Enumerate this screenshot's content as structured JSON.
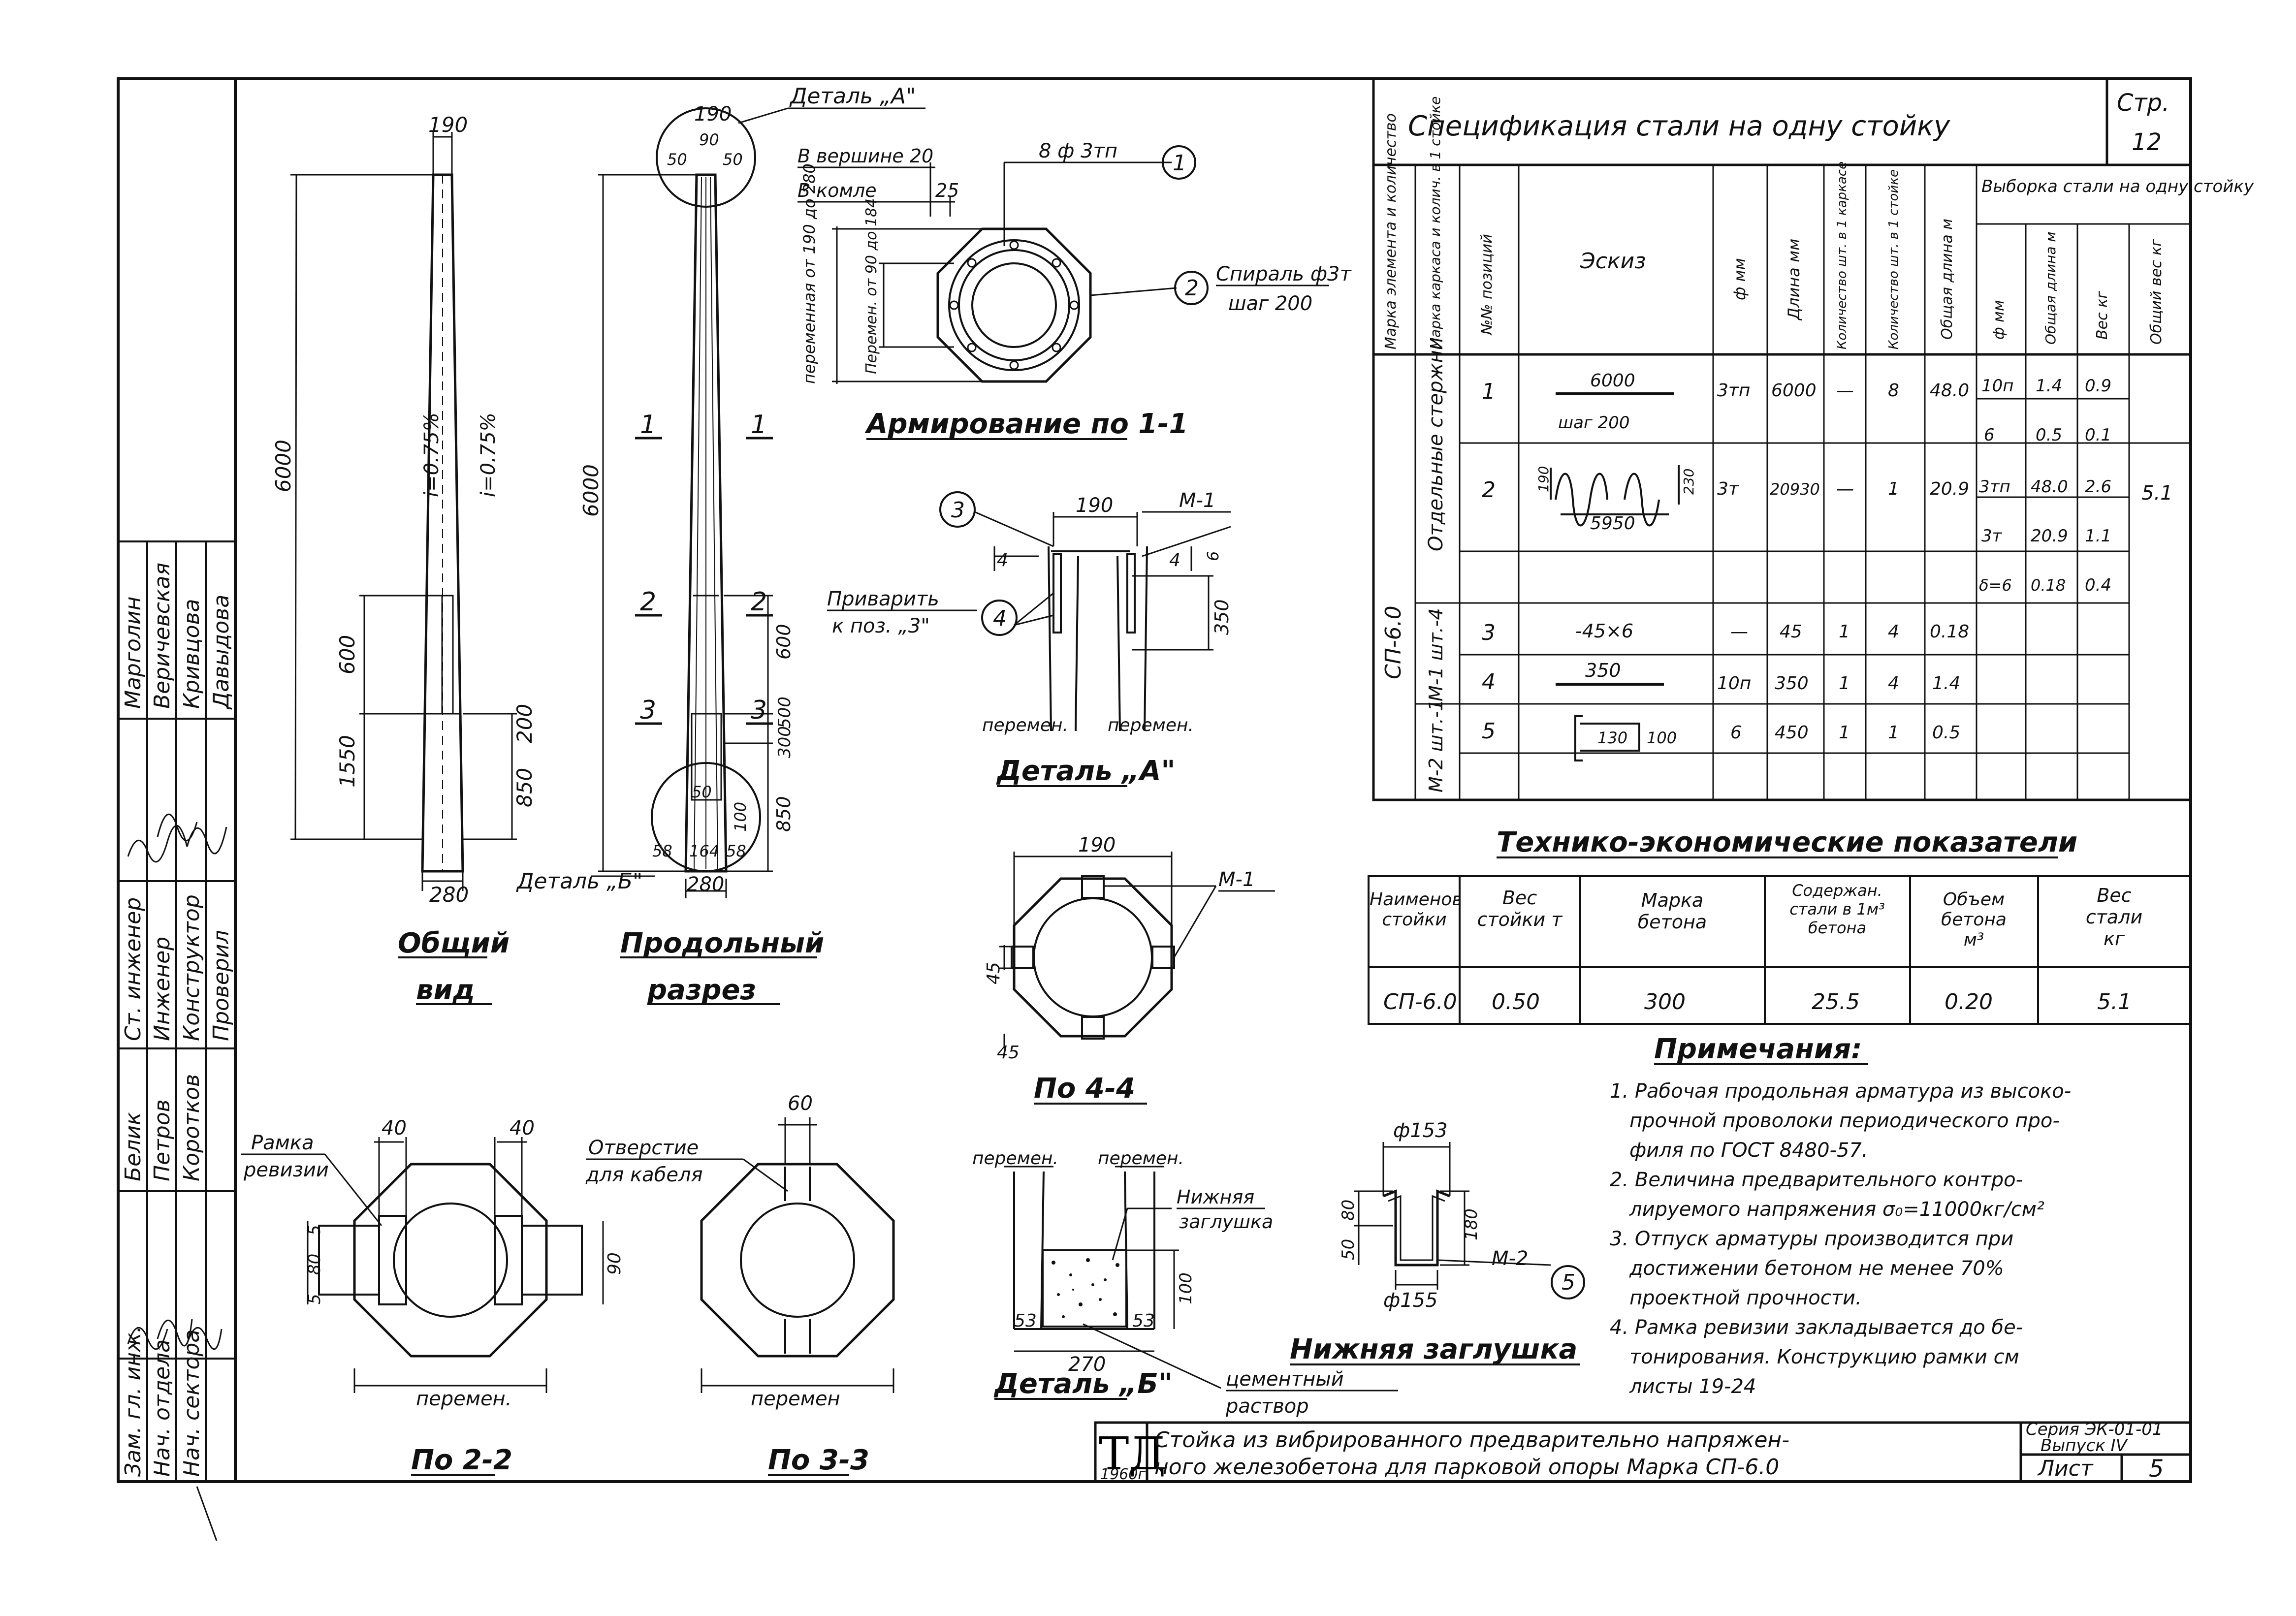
{
  "spec": {
    "title": "Спецификация стали на одну стойку",
    "page_label": "Стр.",
    "page_no": "12",
    "headers": {
      "element": "Марка элемента и количество",
      "carcass": "Марка каркаса и колич. в 1 стойке",
      "pos": "№№ позиций",
      "sketch": "Эскиз",
      "dia": "ф мм",
      "length": "Длина мм",
      "qty_carcass": "Количество шт. в 1 каркасе",
      "qty_pillar": "Количество шт. в 1 стойке",
      "total_len": "Общая длина м",
      "selection": "Выборка стали на одну стойку",
      "sel_dia": "ф мм",
      "sel_len": "Общая длина м",
      "sel_weight": "Вес кг",
      "sel_total": "Общий вес кг"
    },
    "element_mark": "СП-6.0",
    "group_rods": "Отдельные стержни",
    "group_m1": "М-1 шт.-4",
    "group_m2": "М-2 шт.-1",
    "rows": [
      {
        "pos": "1",
        "sketch": "6000",
        "dia": "3тп",
        "len": "6000",
        "qc": "—",
        "qp": "8",
        "tl": "48.0"
      },
      {
        "pos": "2",
        "sketch": "5950",
        "dia": "3т",
        "len": "20930",
        "qc": "—",
        "qp": "1",
        "tl": "20.9"
      },
      {
        "pos": "3",
        "sketch": "-45×6",
        "dia": "—",
        "len": "45",
        "qc": "1",
        "qp": "4",
        "tl": "0.18"
      },
      {
        "pos": "4",
        "sketch": "350",
        "dia": "10п",
        "len": "350",
        "qc": "1",
        "qp": "4",
        "tl": "1.4"
      },
      {
        "pos": "5",
        "sketch": "130",
        "dia": "6",
        "len": "450",
        "qc": "1",
        "qp": "1",
        "tl": "0.5"
      }
    ],
    "sketch2_step": "шаг 200",
    "sketch2_dims": [
      "190",
      "230"
    ],
    "sketch5_side": "100",
    "selection_rows": [
      {
        "dia": "10п",
        "len": "1.4",
        "w": "0.9"
      },
      {
        "dia": "6",
        "len": "0.5",
        "w": "0.1"
      },
      {
        "dia": "3тп",
        "len": "48.0",
        "w": "2.6"
      },
      {
        "dia": "3т",
        "len": "20.9",
        "w": "1.1"
      },
      {
        "dia": "δ=6",
        "len": "0.18",
        "w": "0.4"
      }
    ],
    "total_weight": "5.1"
  },
  "tech": {
    "title": "Технико-экономические показатели",
    "headers": [
      "Наименов. стойки",
      "Вес стойки т",
      "Марка бетона",
      "Содержан. стали в 1м³ бетона",
      "Объем бетона м³",
      "Вес стали кг"
    ],
    "row": [
      "СП-6.0",
      "0.50",
      "300",
      "25.5",
      "0.20",
      "5.1"
    ]
  },
  "notes": {
    "title": "Примечания:",
    "lines": [
      "1. Рабочая продольная арматура из высоко-",
      "прочной проволоки периодического про-",
      "филя по ГОСТ 8480-57.",
      "2. Величина предварительного контро-",
      "лируемого напряжения σ₀=11000кг/см²",
      "3. Отпуск арматуры производится при",
      "достижении бетоном не менее 70%",
      "проектной прочности.",
      "4. Рамка ревизии закладывается до бе-",
      "тонирования. Конструкцию рамки см",
      "листы 19-24"
    ]
  },
  "title_block": {
    "logo": "ТД",
    "year": "1960г",
    "line1": "Стойка из вибрированного предварительно напряжен-",
    "line2": "ного железобетона для парковой опоры Марка СП-6.0",
    "series": "Серия ЭК-01-01",
    "issue": "Выпуск IV",
    "sheet_label": "Лист",
    "sheet_no": "5"
  },
  "side_stamp": {
    "roles": [
      "Зам. гл. инж.",
      "Нач. отдела",
      "Нач. сектора",
      "Ст. инженер",
      "Инженер",
      "Конструктор",
      "Проверил"
    ],
    "names": [
      "Белик",
      "Петров",
      "Коротков",
      "Марголин",
      "Веричевская",
      "Кривцова",
      "Давыдова"
    ]
  },
  "views": {
    "general": [
      "Общий",
      "вид"
    ],
    "section": [
      "Продольный",
      "разрез"
    ],
    "arm11": "Армирование по 1-1",
    "detailA": "Деталь „А\"",
    "detailB": "Деталь „Б\"",
    "v44": "По 4-4",
    "v22": "По 2-2",
    "v33": "По 3-3",
    "plug": "Нижняя заглушка"
  },
  "labels": {
    "detA_call": "Деталь „А\"",
    "detB_call": "Деталь „Б\"",
    "top": "В вершине 20",
    "butt": "В комле",
    "butt_val": "25",
    "perem_a": "переменная от 190 до 280",
    "perem_b": "Перемен. от 90 до 184",
    "arm8": "8 ф 3тп",
    "spiral": "Спираль ф3т",
    "spiral_step": "шаг 200",
    "weld": "Приварить",
    "weld2": "к поз. „3\"",
    "m1": "М-1",
    "m2": "М-2",
    "perem": "перемен.",
    "perem2": "перемен",
    "frame": "Рамка",
    "frame2": "ревизии",
    "hole": "Отверстие",
    "hole2": "для кабеля",
    "plug_lbl": "Нижняя",
    "plug_lbl2": "заглушка",
    "cement": "цементный",
    "cement2": "раствор",
    "slope": "i=0.75%",
    "d153": "ф153",
    "d155": "ф155"
  },
  "dims": {
    "d190": "190",
    "d280": "280",
    "d6000": "6000",
    "d1550": "1550",
    "d600": "600",
    "d200": "200",
    "d850": "850",
    "d90": "90",
    "d50": "50",
    "d58": "58",
    "d164": "164",
    "d40": "40",
    "d60": "60",
    "d45": "45",
    "d350": "350",
    "d6": "6",
    "d4": "4",
    "d270": "270",
    "d53": "53",
    "d100": "100",
    "d180": "180",
    "d80": "80",
    "d5": "5",
    "d500": "500",
    "d300": "300",
    "d20": "20"
  },
  "callouts": [
    "1",
    "2",
    "3",
    "4",
    "5"
  ]
}
